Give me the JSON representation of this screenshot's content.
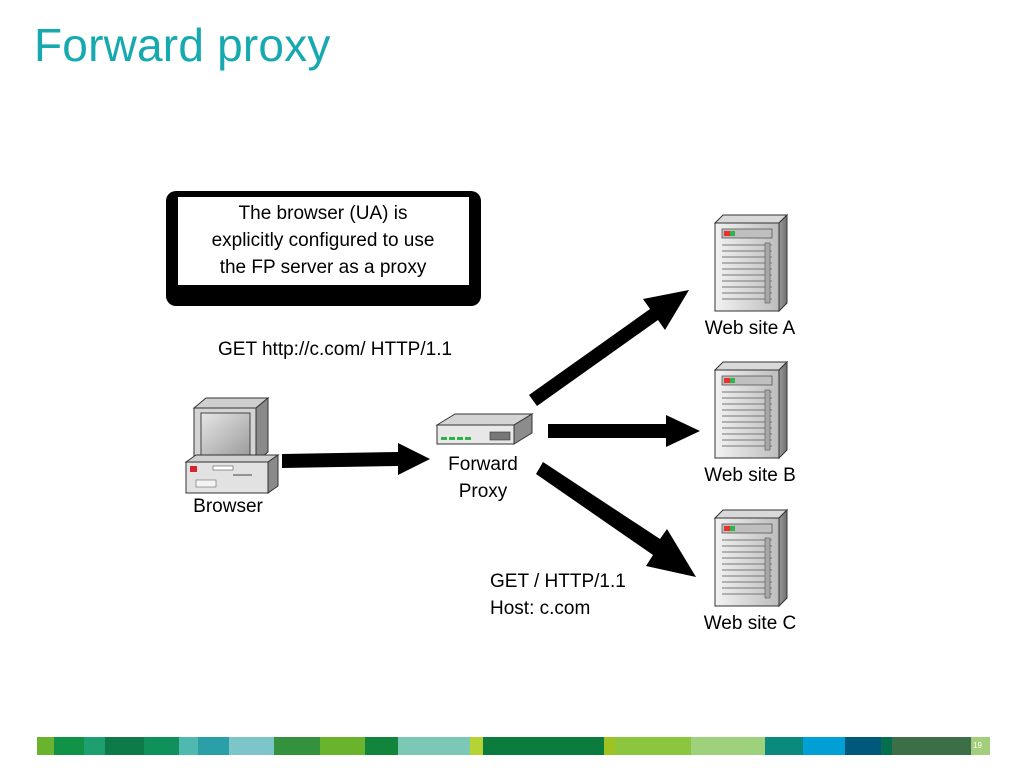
{
  "slide": {
    "title": "Forward proxy",
    "page_number": "19"
  },
  "callout": {
    "lines": [
      "The browser (UA) is",
      "explicitly configured to use",
      "the FP server as a proxy"
    ]
  },
  "labels": {
    "request_to_proxy": "GET http://c.com/ HTTP/1.1",
    "request_to_origin_line1": "GET / HTTP/1.1",
    "request_to_origin_line2": "Host: c.com"
  },
  "nodes": {
    "browser": "Browser",
    "proxy_line1": "Forward",
    "proxy_line2": "Proxy",
    "site_a": "Web site A",
    "site_b": "Web site B",
    "site_c": "Web site C"
  },
  "colors": {
    "title": "#16a9b0",
    "footer_segments": [
      "#6ab42d",
      "#129246",
      "#1e9f70",
      "#0e7a4a",
      "#10915b",
      "#4fb9b0",
      "#2a9fa8",
      "#7cc5c9",
      "#34913d",
      "#6ab42d",
      "#12843c",
      "#7bc8b7",
      "#b5d334",
      "#0b7c3e",
      "#9fc421",
      "#8cc63f",
      "#9dd17c",
      "#0b8a7b",
      "#00a0d6",
      "#00587a",
      "#046f4f",
      "#3c6e47",
      "#a3cf7a"
    ],
    "footer_widths": [
      18,
      33,
      22,
      42,
      38,
      20,
      34,
      48,
      50,
      48,
      36,
      78,
      14,
      130,
      12,
      82,
      80,
      40,
      46,
      38,
      12,
      86,
      20
    ]
  }
}
